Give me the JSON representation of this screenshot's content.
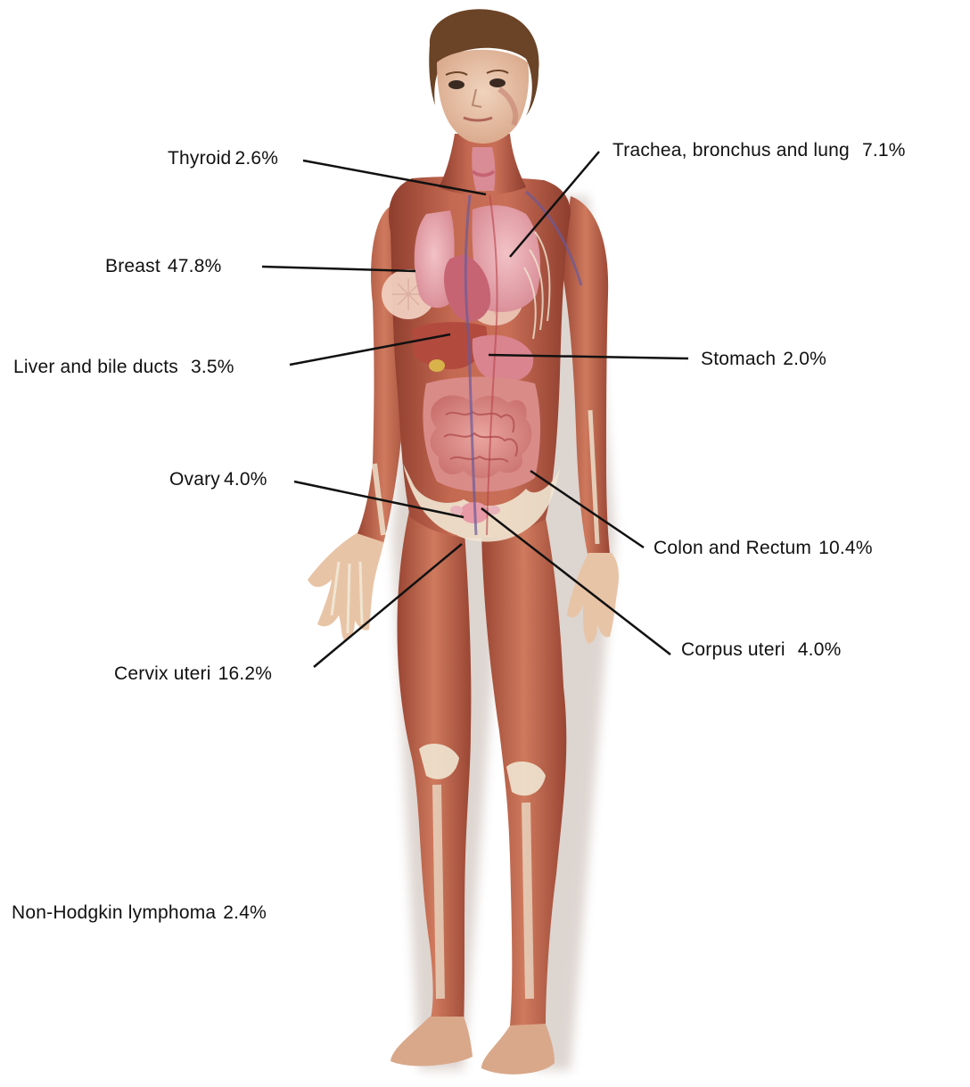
{
  "diagram": {
    "labels": [
      {
        "id": "thyroid",
        "name": "Thyroid",
        "percent": "2.6%"
      },
      {
        "id": "trachea",
        "name": "Trachea, bronchus and lung",
        "percent": "7.1%"
      },
      {
        "id": "breast",
        "name": "Breast",
        "percent": "47.8%"
      },
      {
        "id": "liver",
        "name": "Liver and bile ducts",
        "percent": "3.5%"
      },
      {
        "id": "stomach",
        "name": "Stomach",
        "percent": "2.0%"
      },
      {
        "id": "ovary",
        "name": "Ovary",
        "percent": "4.0%"
      },
      {
        "id": "colon",
        "name": "Colon and Rectum",
        "percent": "10.4%"
      },
      {
        "id": "corpus",
        "name": "Corpus uteri",
        "percent": "4.0%"
      },
      {
        "id": "cervix",
        "name": "Cervix uteri",
        "percent": "16.2%"
      },
      {
        "id": "nhl",
        "name": "Non-Hodgkin lymphoma",
        "percent": "2.4%"
      }
    ]
  },
  "colors": {
    "skin": "#e8c4a6",
    "muscle": "#b85a44",
    "muscle_dark": "#8e3d2e",
    "organ": "#d88a93",
    "intestine": "#d98b88",
    "bone": "#efe6d2",
    "hair": "#6b4326",
    "leader_line": "#111111"
  }
}
